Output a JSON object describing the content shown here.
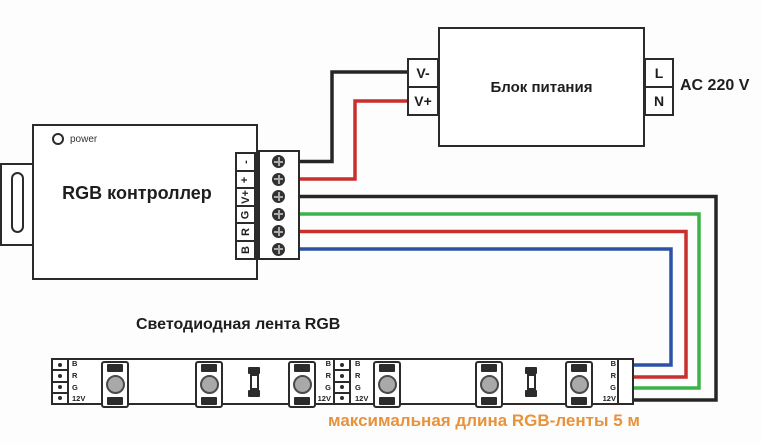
{
  "power_supply": {
    "label": "Блок питания",
    "dc_terminals": [
      "V-",
      "V+"
    ],
    "ac_terminals": [
      "L",
      "N"
    ],
    "mains_label": "AC 220 V"
  },
  "controller": {
    "label": "RGB контроллер",
    "power_indicator_label": "power",
    "terminals": [
      "-",
      "+",
      "V+",
      "G",
      "R",
      "B"
    ]
  },
  "led_strip": {
    "title": "Светодиодная лента RGB",
    "pad_labels": [
      "B",
      "R",
      "G",
      "12V"
    ],
    "max_length_note": "максимальная длина RGB-ленты 5 м"
  },
  "wires": [
    {
      "from": "power_supply.V-",
      "to": "controller.-",
      "color": "black"
    },
    {
      "from": "power_supply.V+",
      "to": "controller.+",
      "color": "red"
    },
    {
      "from": "controller.V+",
      "to": "led_strip.12V",
      "color": "black"
    },
    {
      "from": "controller.G",
      "to": "led_strip.G",
      "color": "green"
    },
    {
      "from": "controller.R",
      "to": "led_strip.R",
      "color": "red"
    },
    {
      "from": "controller.B",
      "to": "led_strip.B",
      "color": "blue"
    }
  ],
  "colors": {
    "wire_black": "#262626",
    "wire_red": "#c8302e",
    "wire_green": "#3cb24a",
    "wire_blue": "#2b52a6",
    "note_orange": "#e8923a",
    "outline": "#2b2b2b"
  }
}
